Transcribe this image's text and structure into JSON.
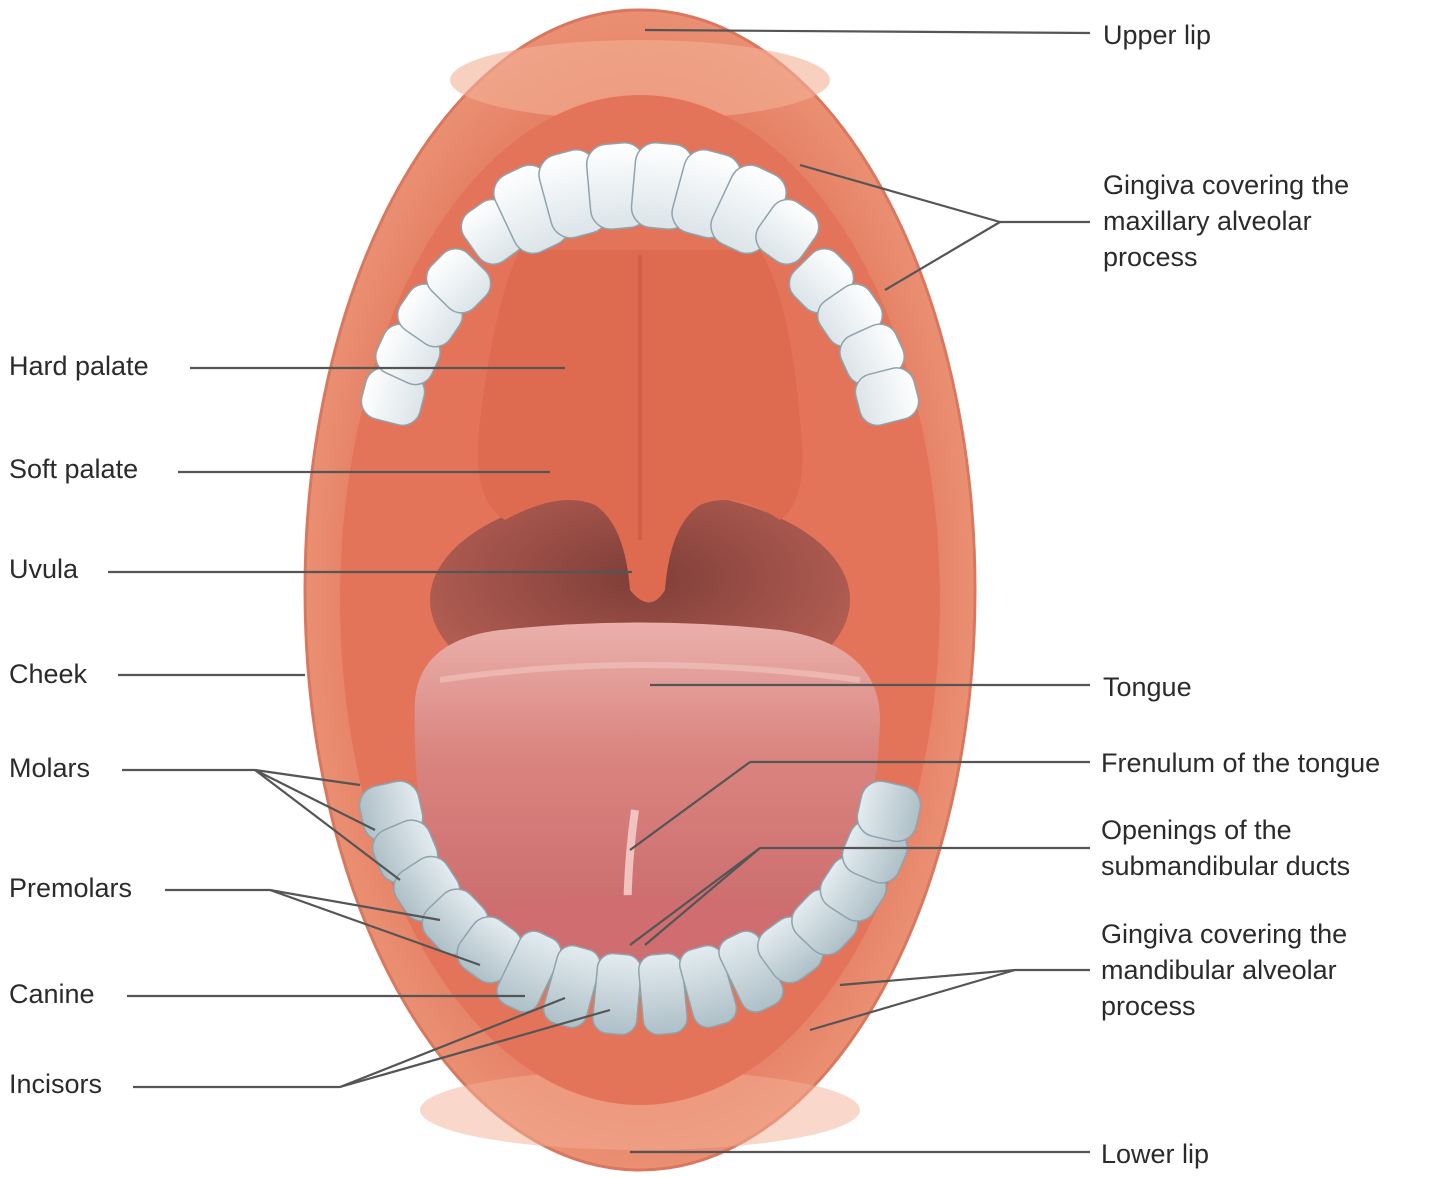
{
  "labels": {
    "upper_lip": "Upper lip",
    "gingiva_max": [
      "Gingiva covering the",
      "maxillary alveolar",
      "process"
    ],
    "hard_palate": "Hard palate",
    "soft_palate": "Soft palate",
    "uvula": "Uvula",
    "cheek": "Cheek",
    "tongue": "Tongue",
    "molars": "Molars",
    "frenulum": "Frenulum of the tongue",
    "ducts": [
      "Openings of the",
      "submandibular ducts"
    ],
    "premolars": "Premolars",
    "gingiva_mand": [
      "Gingiva covering the",
      "mandibular alveolar",
      "process"
    ],
    "canine": "Canine",
    "incisors": "Incisors",
    "lower_lip": "Lower lip"
  },
  "colors": {
    "lip": "#e8876a",
    "lip_highlight": "#f3a98d",
    "mucosa": "#e5775c",
    "palate": "#de6a50",
    "throat": "#a9574c",
    "tongue": "#d97a78",
    "tongue_top": "#e8a3a0",
    "tooth_upper": "#e9eff2",
    "tooth_lower": "#c9d8de",
    "leader": "#555555"
  }
}
